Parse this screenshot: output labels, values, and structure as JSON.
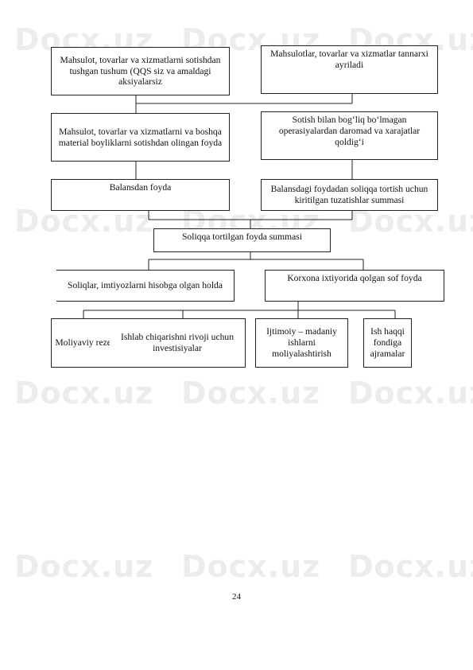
{
  "watermark": "Docx.uz",
  "diagram": {
    "boxes": {
      "revenue": "Mahsulot, tovarlar va xizmatlarni sotishdan tushgan tushum (QQS siz va amaldagi aksiyalarsiz",
      "cost": "Mahsulotlar, tovarlar va xizmatlar tannarxi ayriladi",
      "sales_profit": "Mahsulot, tovarlar va xizmatlarni va boshqa material boyliklarni sotishdan olingan foyda",
      "non_sales": "Sotish bilan bog‘liq bo‘lmagan operasiyalardan daromad va xarajatlar qoldig‘i",
      "balance_profit": "Balansdan foyda",
      "tax_adjust": "Balansdagi foydadan soliqqa tortish uchun kiritilgan tuzatishlar summasi",
      "taxable": "Soliqqa tortilgan foyda summasi",
      "taxes": "Soliqlar, imtiyozlarni hisobga olgan holda",
      "net_profit": "Korxona ixtiyorida qolgan sof foyda",
      "reserve": "Moliyaviy rezerf",
      "production": "Ishlab chiqarishni rivoji uchun investisiyalar",
      "social": "Ijtimoiy – madaniy ishlarni moliyalashtirish",
      "wage": "Ish haqqi fondiga ajramalar"
    }
  },
  "page_number": "24"
}
